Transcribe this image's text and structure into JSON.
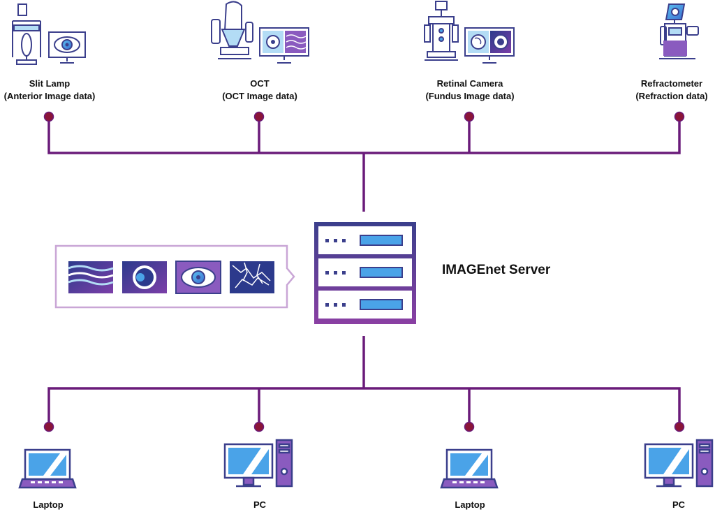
{
  "colors": {
    "line": "#6a1b7a",
    "node": "#8b1538",
    "outline": "#3b3f8c",
    "accent_blue": "#4aa3e8",
    "accent_purple": "#8a5bbf",
    "callout": "#c9a6d6"
  },
  "devices": [
    {
      "name": "Slit Lamp",
      "detail": "(Anterior Image data)",
      "icon": "slit-lamp-icon"
    },
    {
      "name": "OCT",
      "detail": "(OCT Image data)",
      "icon": "oct-icon"
    },
    {
      "name": "Retinal Camera",
      "detail": "(Fundus Image data)",
      "icon": "retinal-camera-icon"
    },
    {
      "name": "Refractometer",
      "detail": "(Refraction data)",
      "icon": "refractometer-icon"
    }
  ],
  "server": {
    "label": "IMAGEnet Server",
    "icon": "server-rack-icon"
  },
  "callout_images": [
    "oct-scan-thumbnail",
    "fundus-thumbnail",
    "anterior-eye-thumbnail",
    "angiography-thumbnail"
  ],
  "clients": [
    {
      "label": "Laptop",
      "icon": "laptop-icon"
    },
    {
      "label": "PC",
      "icon": "desktop-pc-icon"
    },
    {
      "label": "Laptop",
      "icon": "laptop-icon"
    },
    {
      "label": "PC",
      "icon": "desktop-pc-icon"
    }
  ]
}
